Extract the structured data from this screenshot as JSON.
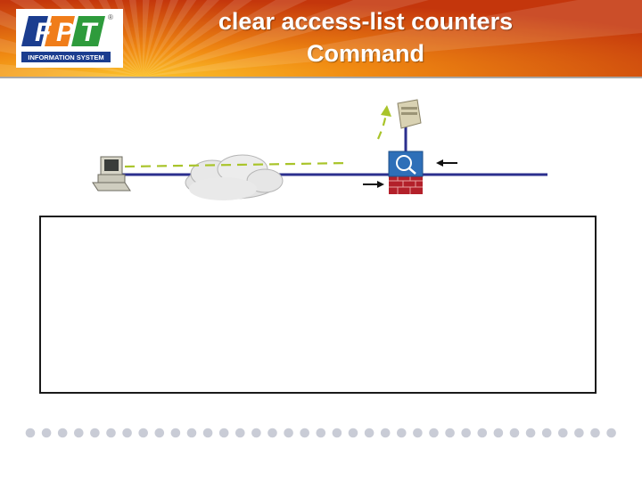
{
  "slide": {
    "title_line1": "clear access-list counters",
    "title_line2": "Command"
  },
  "logo": {
    "brand": "FPT",
    "subtitle": "INFORMATION SYSTEM",
    "registered": "®"
  },
  "diagram": {
    "nodes": [
      "pc-icon",
      "internet-cloud-icon",
      "firewall-icon",
      "server-icon"
    ],
    "colors": {
      "link": "#2b2f8e",
      "flow": "#a9c42a",
      "firewall": "#2e6fb8",
      "brick": "#b3202a"
    }
  },
  "content_box": {
    "text": ""
  },
  "colors": {
    "header_dark": "#c23a0e",
    "header_mid": "#e8650f",
    "header_light": "#f7a31c",
    "dot": "#c9ccd6"
  }
}
